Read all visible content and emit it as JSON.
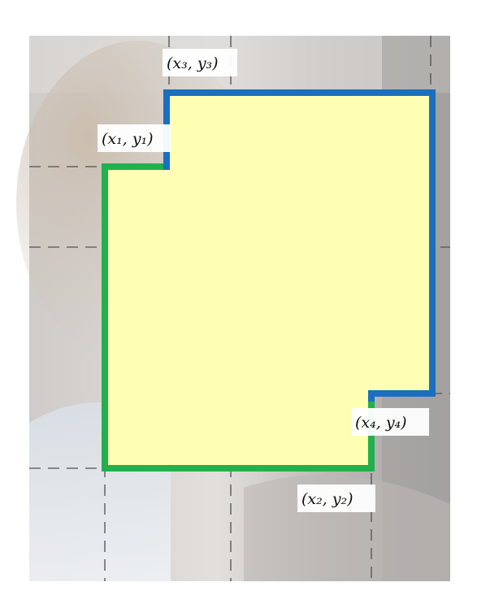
{
  "colors": {
    "background_photo": "#c9c6c4",
    "region_fill": "#ffffb4",
    "outline_first_box": "#22b04c",
    "outline_second_box": "#1a6fbe",
    "guide_lines": "#555555"
  },
  "points": [
    {
      "id": "p1",
      "label": "(x₁, y₁)",
      "sub": "1"
    },
    {
      "id": "p2",
      "label": "(x₂, y₂)",
      "sub": "2"
    },
    {
      "id": "p3",
      "label": "(x₃, y₃)",
      "sub": "3"
    },
    {
      "id": "p4",
      "label": "(x₄, y₄)",
      "sub": "4"
    }
  ]
}
